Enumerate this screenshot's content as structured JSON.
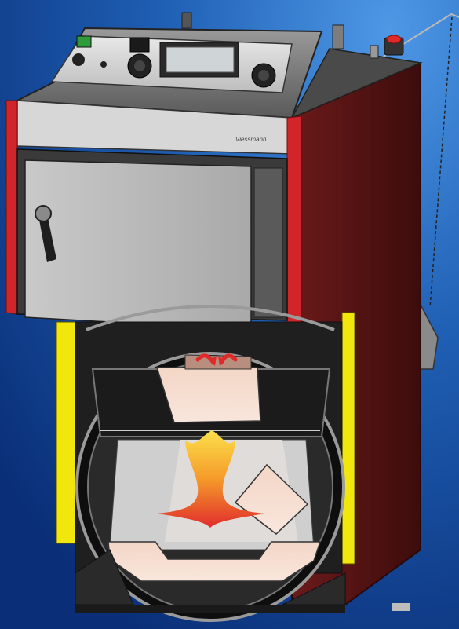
{
  "image": {
    "subject": "boiler-cutaway",
    "brand_mark": "Viessmann"
  },
  "control_panel": {
    "display": "lcd-screen",
    "knobs": [
      "left-knob",
      "right-knob"
    ],
    "switch": "green-power-switch"
  },
  "colors": {
    "background_top": "#3f86d4",
    "background_bottom": "#0a2f78",
    "side_panel": "#5a1515",
    "red_trim": "#d1252a",
    "yellow_trim": "#f2e70c",
    "metal_light": "#d9d9d9",
    "metal_dark": "#2b2b2b",
    "chamber_fill": "#f6ddd0",
    "flame_core": "#f5a623",
    "flame_base": "#e23a2a",
    "arrow_red": "#e02a2a"
  },
  "icons": {
    "flame": "flame-icon",
    "airflow_arrows": "airflow-arrow-icon",
    "emergency_button": "red-button-icon",
    "door_handle": "door-handle-icon"
  }
}
